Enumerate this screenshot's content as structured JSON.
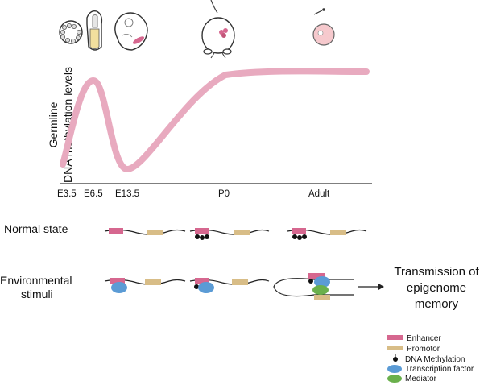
{
  "axis": {
    "ylabel_line1": "Germline",
    "ylabel_line2": "DNA methylation levels",
    "ticks": [
      "E3.5",
      "E6.5",
      "E13.5",
      "P0",
      "Adult"
    ]
  },
  "rows": {
    "normal": "Normal state",
    "env_line1": "Environmental",
    "env_line2": "stimuli"
  },
  "outcome": {
    "line1": "Transmission of",
    "line2": "epigenome",
    "line3": "memory"
  },
  "legend": [
    {
      "label": "Enhancer",
      "color": "#d6678f"
    },
    {
      "label": "Promotor",
      "color": "#d8bd87"
    },
    {
      "label": "DNA Methylation",
      "color": "#111111"
    },
    {
      "label": "Transcription factor",
      "color": "#5b9bd5"
    },
    {
      "label": "Mediator",
      "color": "#6ab04c"
    }
  ],
  "colors": {
    "curve": "#e8aabf",
    "enhancer": "#d6678f",
    "promoter": "#d8bd87",
    "tf": "#5b9bd5",
    "mediator": "#6ab04c",
    "methylation": "#111111"
  },
  "icons": [
    "blastocyst-icon",
    "embryo-e65-icon",
    "embryo-e135-icon",
    "mouse-icon",
    "oocyte-icon"
  ]
}
